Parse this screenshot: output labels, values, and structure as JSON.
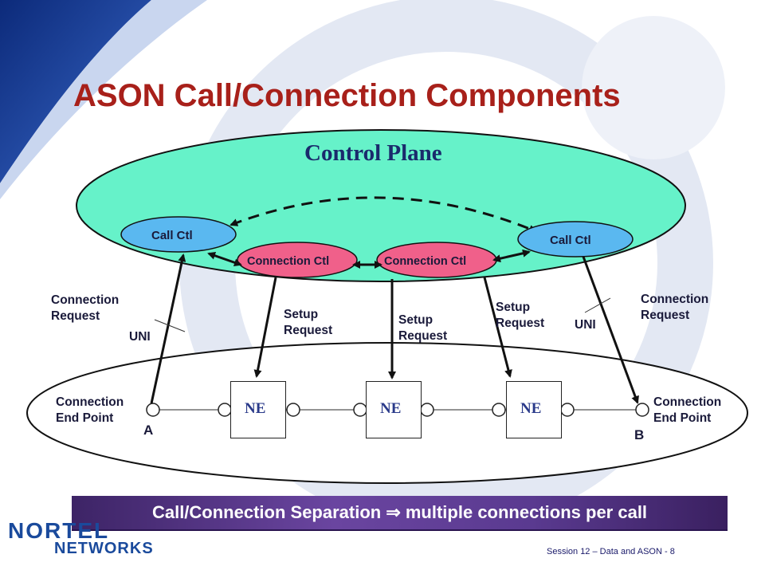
{
  "title": "ASON Call/Connection Components",
  "control_plane": {
    "label": "Control Plane"
  },
  "nodes": {
    "call_ctl_left": "Call Ctl",
    "call_ctl_right": "Call Ctl",
    "conn_ctl_left": "Connection Ctl",
    "conn_ctl_right": "Connection Ctl",
    "ne": [
      "NE",
      "NE",
      "NE"
    ]
  },
  "labels": {
    "conn_request_left": [
      "Connection",
      "Request"
    ],
    "conn_request_right": [
      "Connection",
      "Request"
    ],
    "uni_left": "UNI",
    "uni_right": "UNI",
    "setup_request_1": [
      "Setup",
      "Request"
    ],
    "setup_request_2": [
      "Setup",
      "Request"
    ],
    "setup_request_3": [
      "Setup",
      "Request"
    ],
    "endpoint_left": [
      "Connection",
      "End Point"
    ],
    "endpoint_right": [
      "Connection",
      "End Point"
    ],
    "point_a": "A",
    "point_b": "B"
  },
  "banner": "Call/Connection Separation ⇒ multiple connections per call",
  "logo": {
    "line1": "NORTEL",
    "line2": "NETWORKS"
  },
  "footer": "Session 12 – Data and ASON - 8",
  "colors": {
    "title": "#a8201a",
    "control_plane_fill": "#66f2c9",
    "call_ctl_fill": "#5ab8f0",
    "connection_ctl_fill": "#f0608a",
    "banner": "#5a3a90",
    "logo": "#1a4a9c"
  }
}
